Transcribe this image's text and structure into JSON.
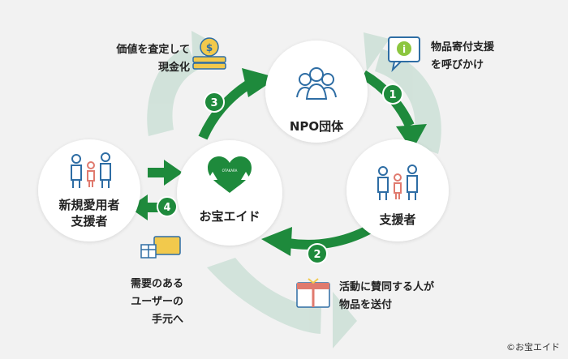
{
  "colors": {
    "arrow": "#1e8a3c",
    "bg_recycle": "#c7ddd3",
    "person": "#2e6da4",
    "accent": "#e07a6e"
  },
  "nodes": {
    "npo": "NPO団体",
    "supporter": "支援者",
    "otakara": "お宝エイド",
    "new_user_line1": "新規愛用者",
    "new_user_line2": "支援者"
  },
  "steps": [
    "1",
    "2",
    "3",
    "4"
  ],
  "notes": {
    "step1_line1": "物品寄付支援",
    "step1_line2": "を呼びかけ",
    "step2_line1": "活動に賛同する人が",
    "step2_line2": "物品を送付",
    "step3_line1": "価値を査定して",
    "step3_line2": "現金化",
    "step4_line1": "需要のある",
    "step4_line2": "ユーザーの",
    "step4_line3": "手元へ"
  },
  "logo_text": "OTAKARA",
  "copyright": "©お宝エイド"
}
